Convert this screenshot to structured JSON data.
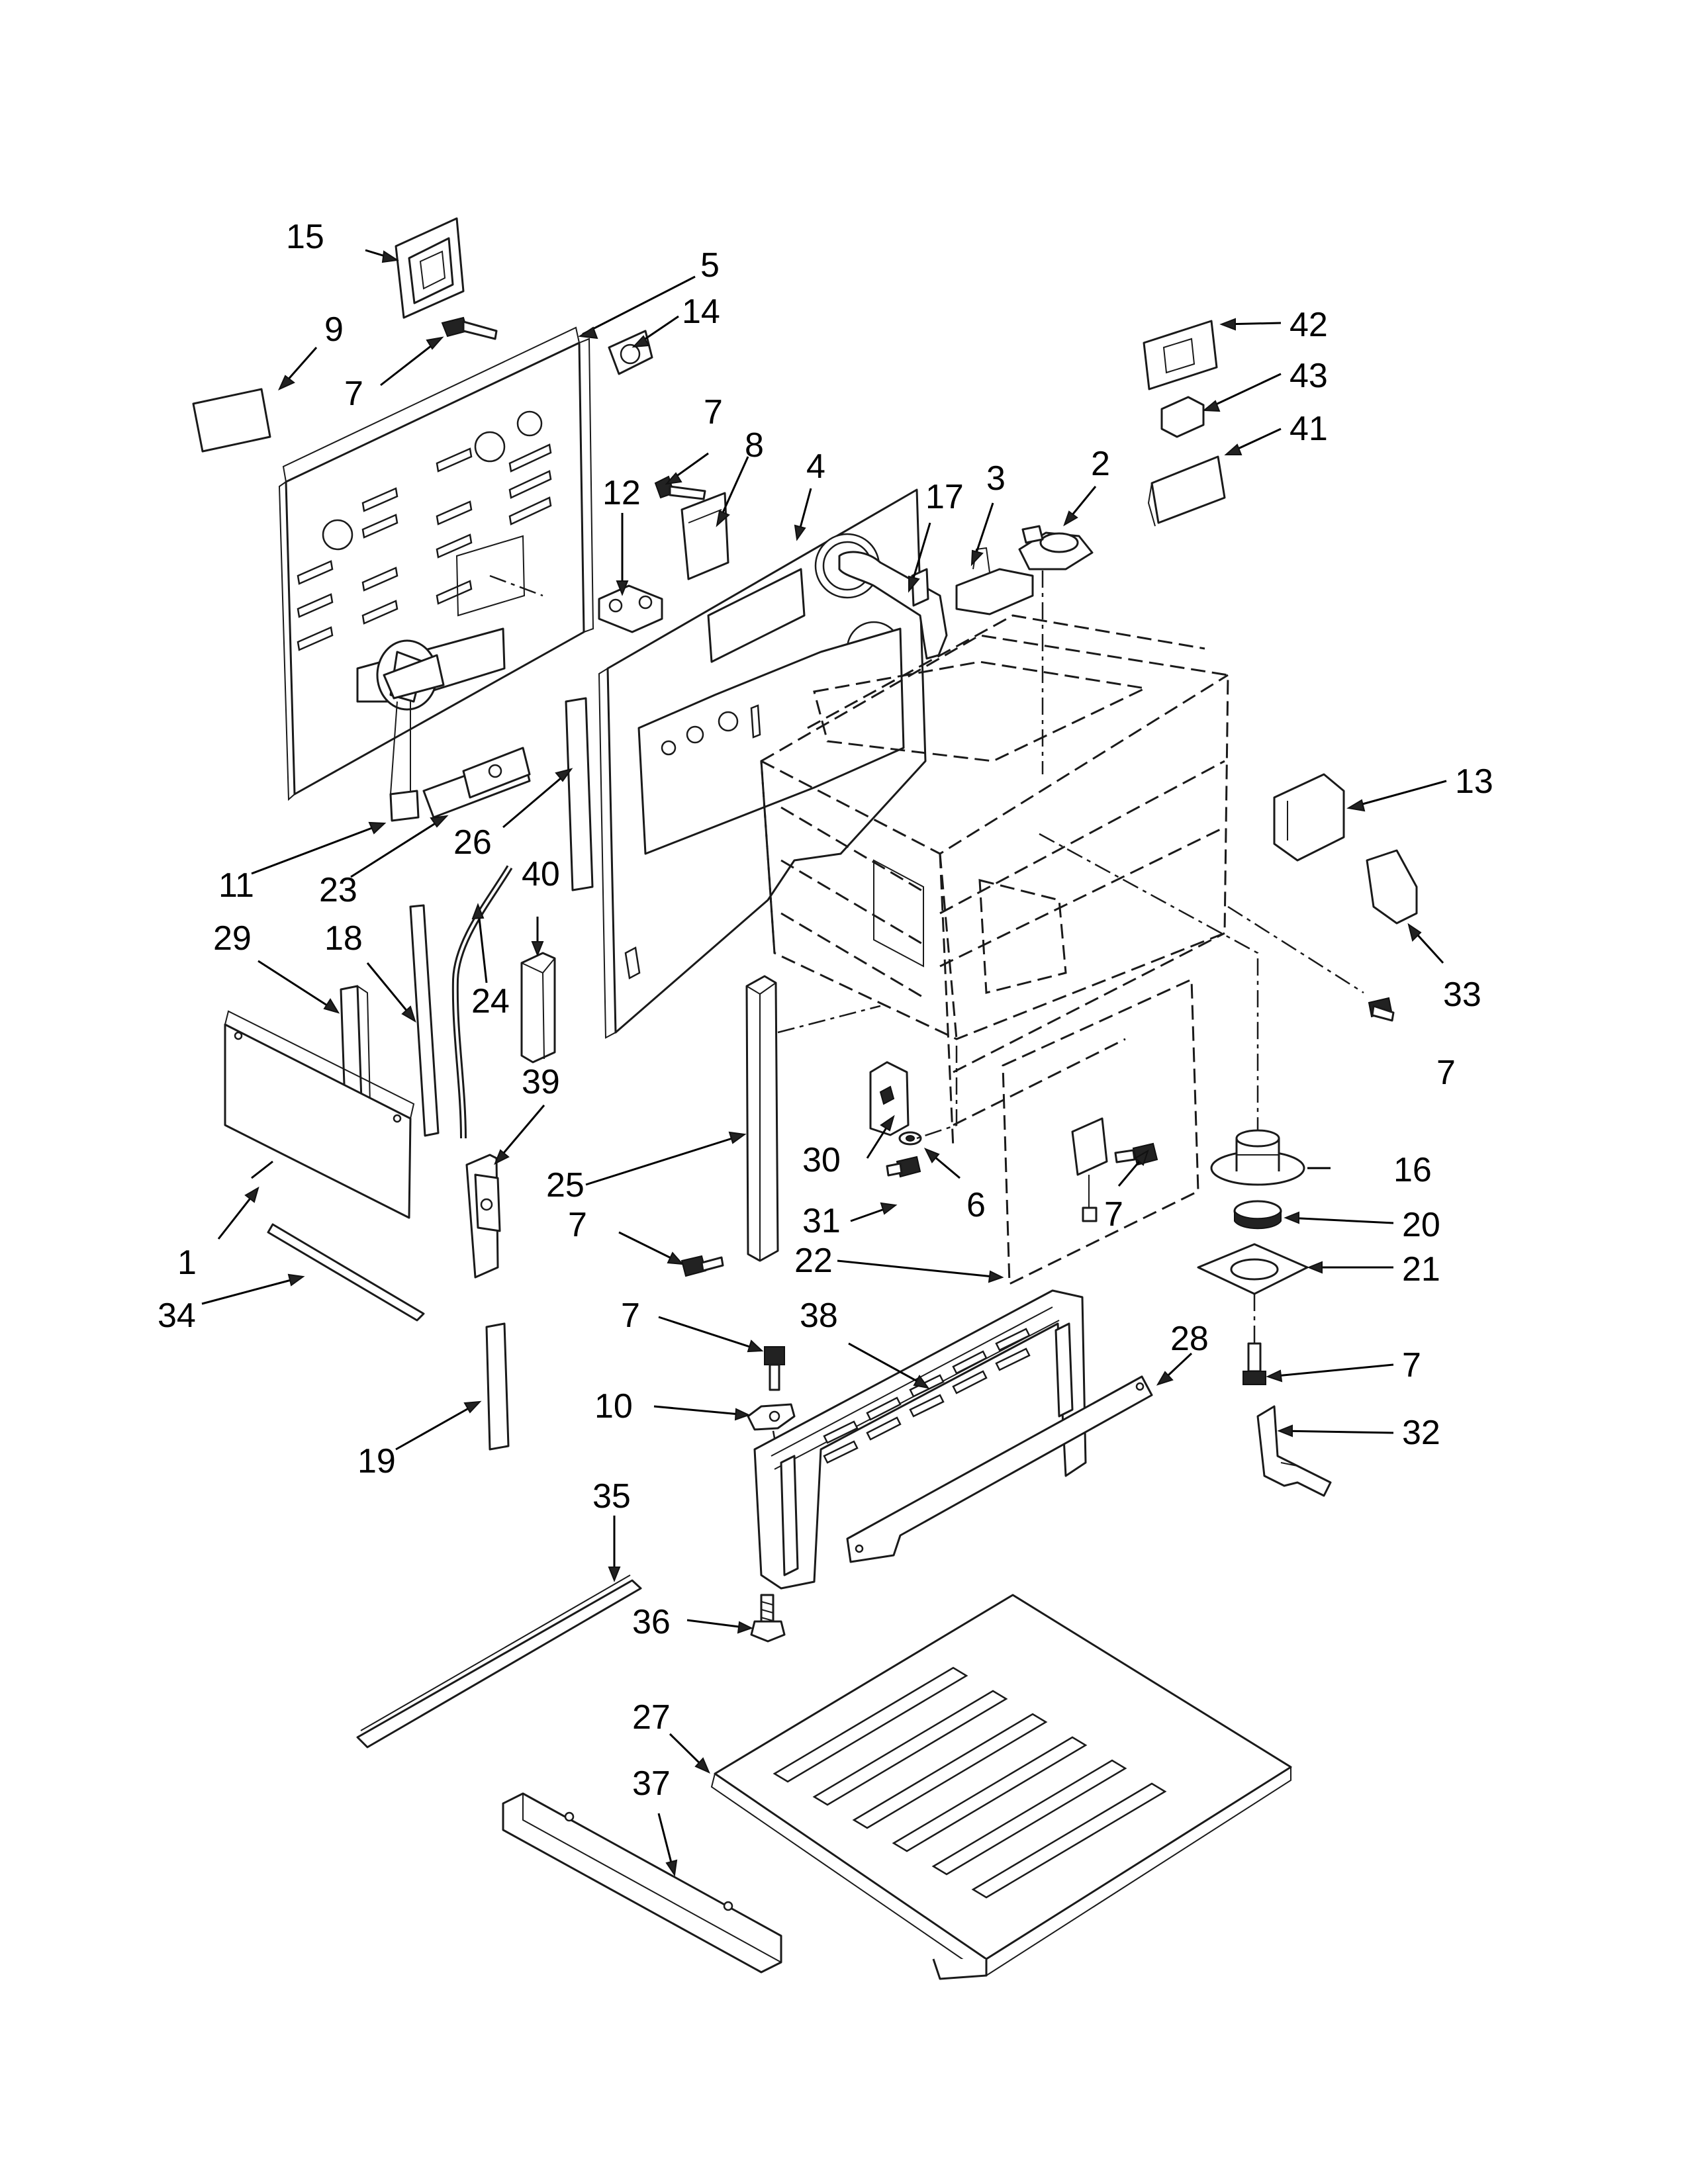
{
  "callouts": [
    {
      "id": "15",
      "text": "15"
    },
    {
      "id": "5",
      "text": "5"
    },
    {
      "id": "14",
      "text": "14"
    },
    {
      "id": "9",
      "text": "9"
    },
    {
      "id": "7a",
      "text": "7"
    },
    {
      "id": "7b",
      "text": "7"
    },
    {
      "id": "8",
      "text": "8"
    },
    {
      "id": "12",
      "text": "12"
    },
    {
      "id": "4",
      "text": "4"
    },
    {
      "id": "17",
      "text": "17"
    },
    {
      "id": "3",
      "text": "3"
    },
    {
      "id": "2",
      "text": "2"
    },
    {
      "id": "42",
      "text": "42"
    },
    {
      "id": "43",
      "text": "43"
    },
    {
      "id": "41",
      "text": "41"
    },
    {
      "id": "13",
      "text": "13"
    },
    {
      "id": "33",
      "text": "33"
    },
    {
      "id": "11",
      "text": "11"
    },
    {
      "id": "23",
      "text": "23"
    },
    {
      "id": "26",
      "text": "26"
    },
    {
      "id": "40",
      "text": "40"
    },
    {
      "id": "29",
      "text": "29"
    },
    {
      "id": "18",
      "text": "18"
    },
    {
      "id": "24",
      "text": "24"
    },
    {
      "id": "39",
      "text": "39"
    },
    {
      "id": "25",
      "text": "25"
    },
    {
      "id": "30",
      "text": "30"
    },
    {
      "id": "7c",
      "text": "7"
    },
    {
      "id": "6",
      "text": "6"
    },
    {
      "id": "16",
      "text": "16"
    },
    {
      "id": "31",
      "text": "31"
    },
    {
      "id": "7d",
      "text": "7"
    },
    {
      "id": "20",
      "text": "20"
    },
    {
      "id": "1",
      "text": "1"
    },
    {
      "id": "7e",
      "text": "7"
    },
    {
      "id": "22",
      "text": "22"
    },
    {
      "id": "21",
      "text": "21"
    },
    {
      "id": "34",
      "text": "34"
    },
    {
      "id": "7f",
      "text": "7"
    },
    {
      "id": "38",
      "text": "38"
    },
    {
      "id": "28",
      "text": "28"
    },
    {
      "id": "7g",
      "text": "7"
    },
    {
      "id": "10",
      "text": "10"
    },
    {
      "id": "32",
      "text": "32"
    },
    {
      "id": "19",
      "text": "19"
    },
    {
      "id": "35",
      "text": "35"
    },
    {
      "id": "36",
      "text": "36"
    },
    {
      "id": "27",
      "text": "27"
    },
    {
      "id": "37",
      "text": "37"
    }
  ]
}
